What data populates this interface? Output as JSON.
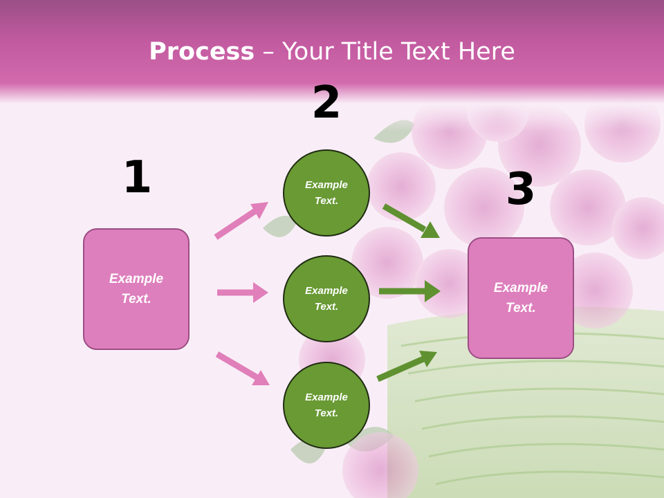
{
  "title": {
    "bold": "Process",
    "rest": " – Your Title Text Here"
  },
  "steps": {
    "one": "1",
    "two": "2",
    "three": "3"
  },
  "boxes": {
    "left": "Example Text.",
    "right": "Example Text."
  },
  "circles": {
    "top": "Example Text.",
    "middle": "Example Text.",
    "bottom": "Example Text."
  },
  "colors": {
    "header": "#c25aa0",
    "box_fill": "#de7fbd",
    "circle_fill": "#699a34",
    "pink_arrow": "#e07fba",
    "green_arrow": "#5f9131"
  },
  "icons": {
    "background": "rose-basket-image"
  }
}
